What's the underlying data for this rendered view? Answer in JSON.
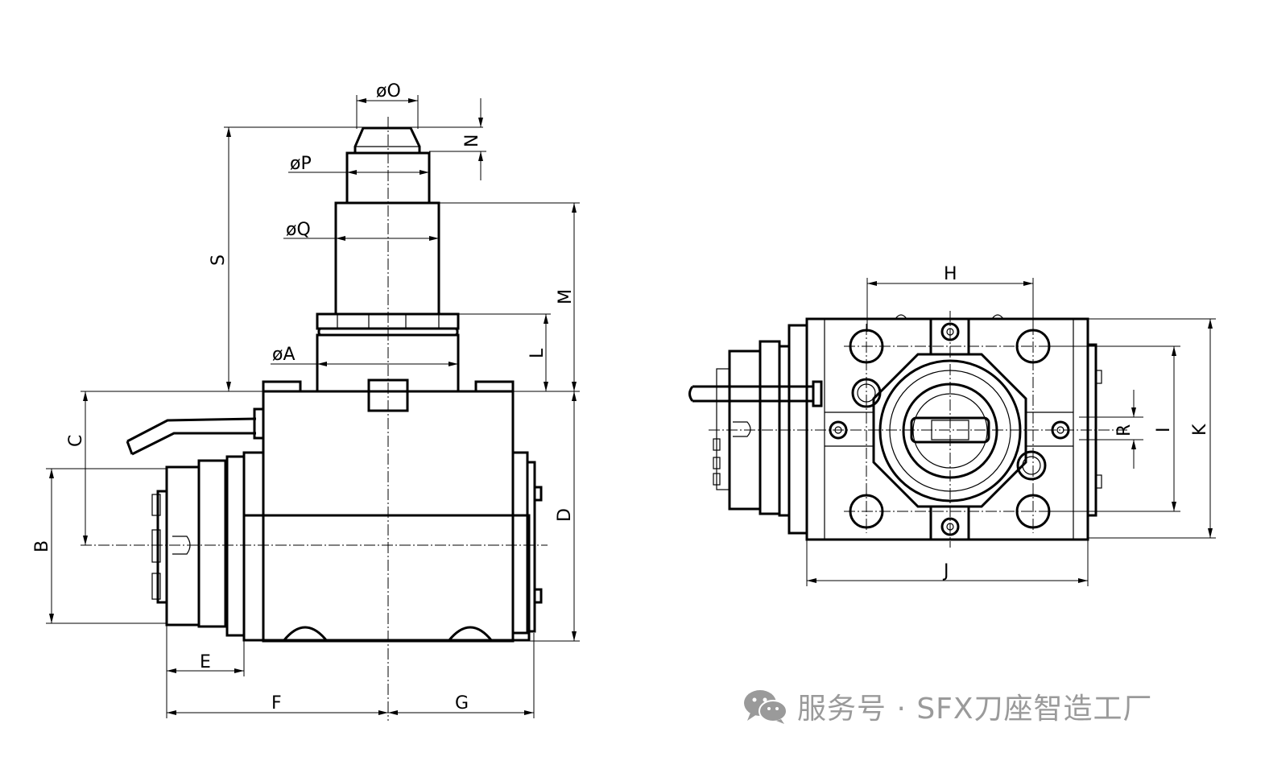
{
  "labels": {
    "O": "øO",
    "P": "øP",
    "Q": "øQ",
    "A": "øA",
    "S": "S",
    "N": "N",
    "M": "M",
    "L": "L",
    "C": "C",
    "B": "B",
    "D": "D",
    "E": "E",
    "F": "F",
    "G": "G",
    "H": "H",
    "J": "J",
    "K": "K",
    "I": "I",
    "R": "R"
  },
  "watermark": {
    "icon": "wechat-icon",
    "text": "服务号 · SFX刀座智造工厂"
  },
  "colors": {
    "line": "#000000",
    "watermark": "#9a9a9a",
    "background": "#ffffff"
  }
}
